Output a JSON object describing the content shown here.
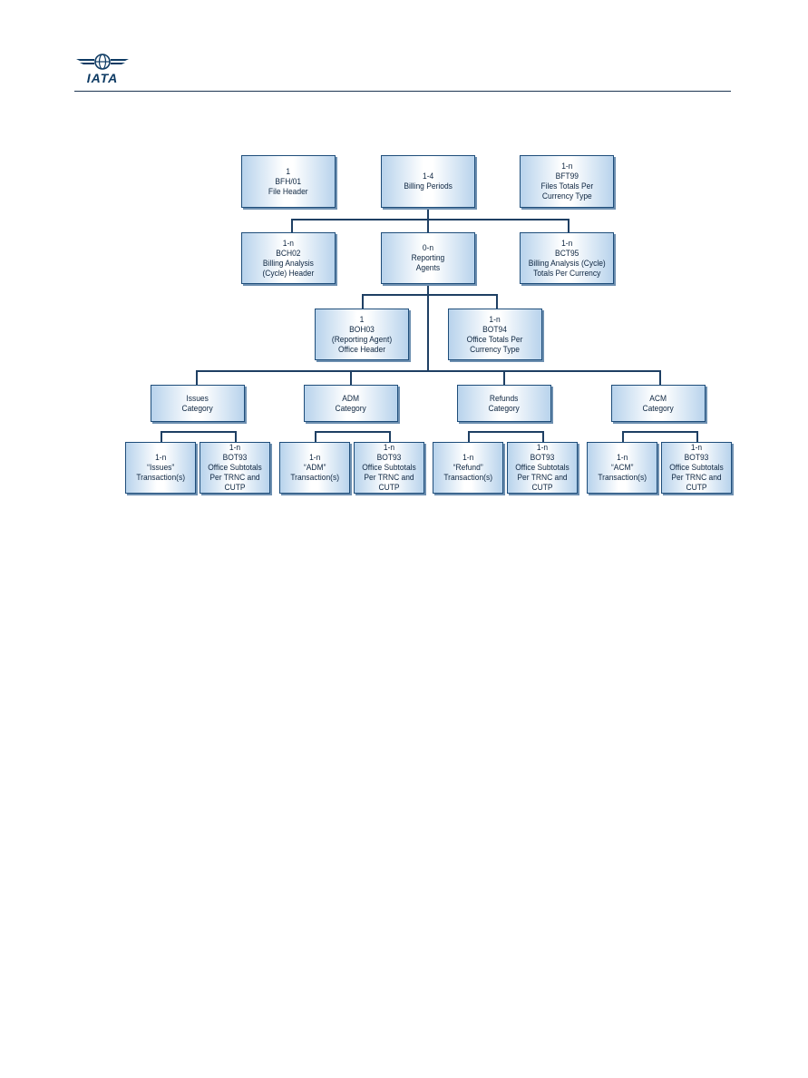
{
  "header": {
    "logo_text": "IATA"
  },
  "diagram": {
    "boxes": {
      "bfh01": "1\nBFH/01\nFile Header",
      "billing_periods": "1-4\nBilling Periods",
      "bft99": "1-n\nBFT99\nFiles Totals Per\nCurrency Type",
      "bch02": "1-n\nBCH02\nBilling Analysis\n(Cycle) Header",
      "reporting_agents": "0-n\nReporting\nAgents",
      "bct95": "1-n\nBCT95\nBilling Analysis (Cycle)\nTotals Per Currency",
      "boh03": "1\nBOH03\n(Reporting Agent)\nOffice Header",
      "bot94": "1-n\nBOT94\nOffice Totals Per\nCurrency Type",
      "issues_category": "Issues\nCategory",
      "adm_category": "ADM\nCategory",
      "refunds_category": "Refunds\nCategory",
      "acm_category": "ACM\nCategory",
      "issues_transactions": "1-n\n“Issues”\nTransaction(s)",
      "issues_bot93": "1-n\nBOT93\nOffice Subtotals\nPer TRNC and CUTP",
      "adm_transactions": "1-n\n“ADM”\nTransaction(s)",
      "adm_bot93": "1-n\nBOT93\nOffice Subtotals\nPer TRNC and CUTP",
      "refund_transactions": "1-n\n“Refund”\nTransaction(s)",
      "refund_bot93": "1-n\nBOT93\nOffice Subtotals\nPer TRNC and CUTP",
      "acm_transactions": "1-n\n“ACM”\nTransaction(s)",
      "acm_bot93": "1-n\nBOT93\nOffice Subtotals\nPer TRNC and CUTP"
    }
  }
}
